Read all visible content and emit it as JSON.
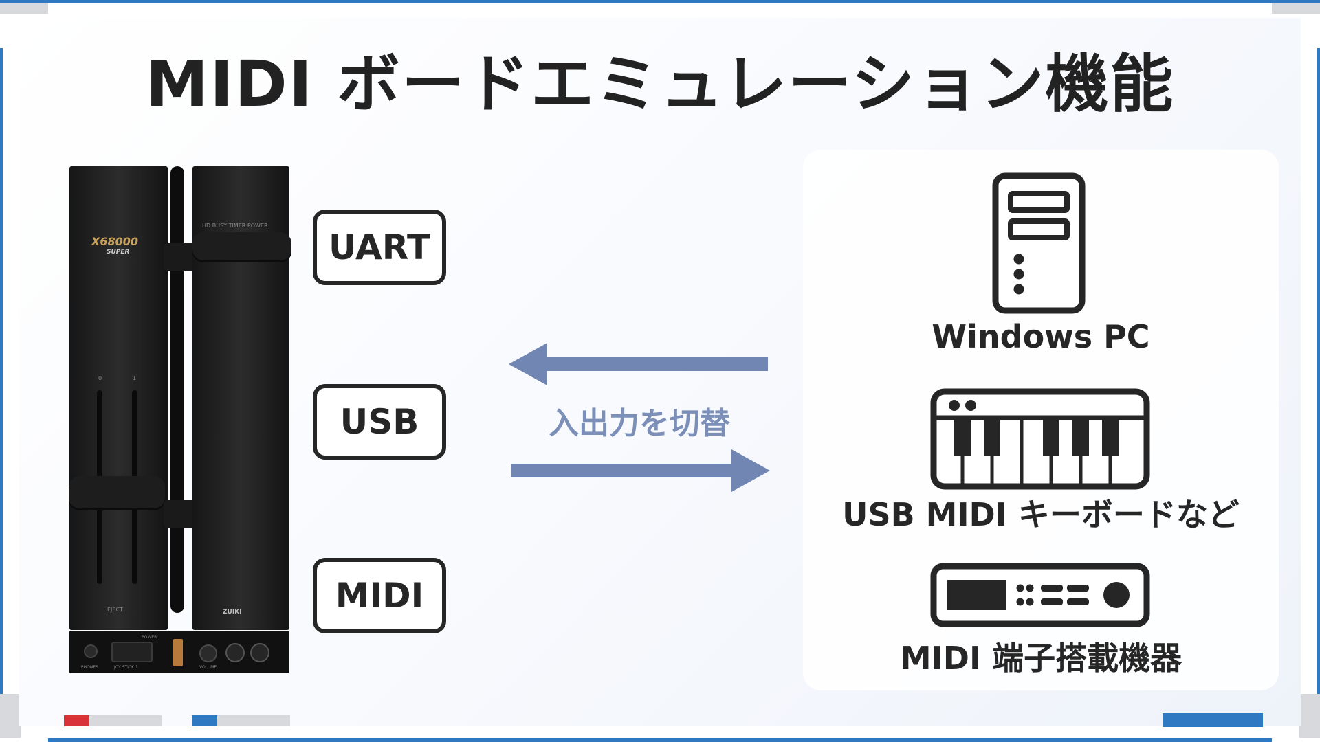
{
  "slide": {
    "title": "MIDI ボードエミュレーション機能",
    "device": {
      "logo": "X68000",
      "logo_sub": "SUPER",
      "indicators": "HD BUSY   TIMER   POWER",
      "eject_label": "EJECT",
      "brand": "ZUIKI",
      "port_labels": [
        "PHONES",
        "JOY STICK 1",
        "POWER",
        "VOLUME"
      ],
      "slot_numbers": [
        "0",
        "1"
      ]
    },
    "interfaces": [
      "UART",
      "USB",
      "MIDI"
    ],
    "arrow_label": "入出力を切替",
    "targets": [
      {
        "label": "Windows PC",
        "icon": "pc-tower-icon"
      },
      {
        "label": "USB MIDI キーボードなど",
        "icon": "piano-keyboard-icon"
      },
      {
        "label": "MIDI 端子搭載機器",
        "icon": "midi-device-icon"
      }
    ],
    "progress_bars": [
      {
        "color": "#d8333b",
        "fill": 0.26
      },
      {
        "color": "#2f78c2",
        "fill": 0.26
      }
    ]
  },
  "colors": {
    "accent": "#2f78c2",
    "arrow": "#7186b2",
    "arrow_label": "#7c8fb8",
    "ink": "#262626"
  }
}
